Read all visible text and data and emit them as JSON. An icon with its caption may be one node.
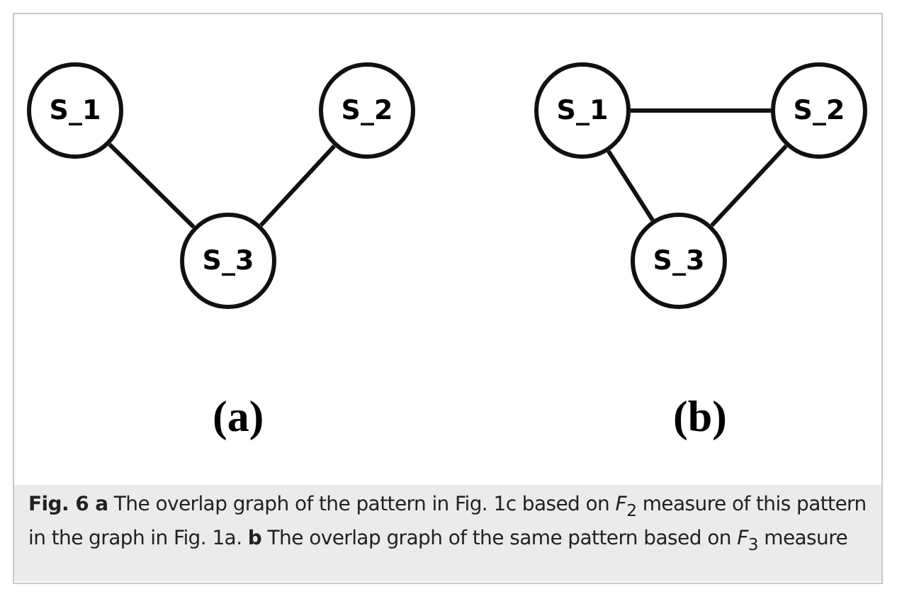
{
  "diagram": {
    "nodes": [
      {
        "text": [
          "S_1"
        ]
      },
      {
        "text": [
          "S_2"
        ]
      },
      {
        "text": [
          "S_3"
        ]
      },
      {
        "text": [
          "S_1"
        ]
      },
      {
        "text": [
          "S_2"
        ]
      },
      {
        "text": [
          "S_3"
        ]
      }
    ],
    "edges": [
      {
        "from": 0,
        "to": 2,
        "arrow": "none"
      },
      {
        "from": 1,
        "to": 2,
        "arrow": "none"
      },
      {
        "from": 3,
        "to": 4,
        "arrow": "none"
      },
      {
        "from": 3,
        "to": 5,
        "arrow": "none"
      },
      {
        "from": 4,
        "to": 5,
        "arrow": "none"
      }
    ],
    "labels": [
      "(a)",
      "(b)"
    ],
    "caption": "**Fig. 6 a** The overlap graph of the pattern in Fig. 1c based on *F*$_{2}$ measure of this pattern in the graph in Fig. 1a. **b** The overlap graph of the same pattern based on *F*$_{3}$ measure"
  }
}
